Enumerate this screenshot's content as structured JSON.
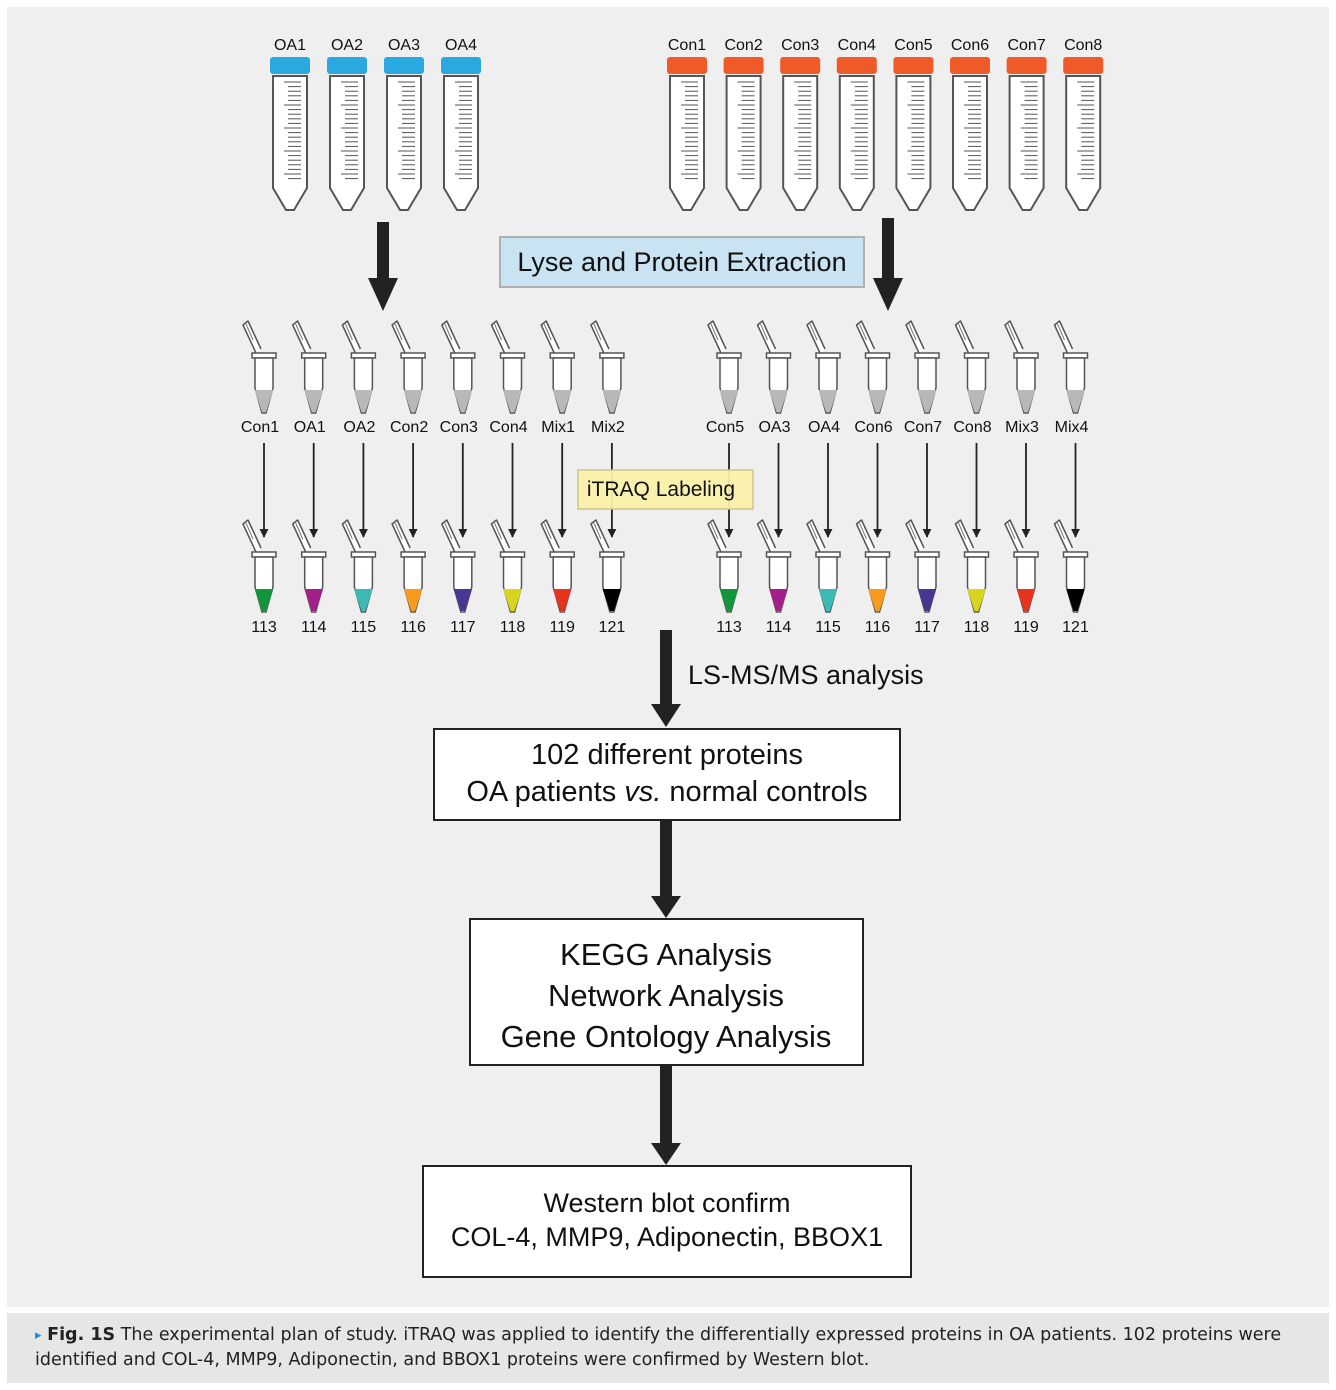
{
  "figure": {
    "oa_tubes": [
      "OA1",
      "OA2",
      "OA3",
      "OA4"
    ],
    "con_tubes": [
      "Con1",
      "Con2",
      "Con3",
      "Con4",
      "Con5",
      "Con6",
      "Con7",
      "Con8"
    ],
    "lyse_label": "Lyse and Protein Extraction",
    "left_samples": [
      "Con1",
      "OA1",
      "OA2",
      "Con2",
      "Con3",
      "Con4",
      "Mix1",
      "Mix2"
    ],
    "right_samples": [
      "Con5",
      "OA3",
      "OA4",
      "Con6",
      "Con7",
      "Con8",
      "Mix3",
      "Mix4"
    ],
    "itraq_label": "iTRAQ Labeling",
    "reporter_tags": [
      "113",
      "114",
      "115",
      "116",
      "117",
      "118",
      "119",
      "121"
    ],
    "tag_colors": [
      "#12963c",
      "#a3208a",
      "#3cb9b4",
      "#f79a1e",
      "#4b3592",
      "#d7d51e",
      "#e63320",
      "#000000"
    ],
    "oa_cap_color": "#29a9e0",
    "con_cap_color": "#f05a28",
    "lcms_label": "LS-MS/MS analysis",
    "box1": {
      "line1": "102 different proteins",
      "line2_a": "OA patients ",
      "line2_b": "vs.",
      "line2_c": " normal controls"
    },
    "box2": [
      "KEGG Analysis",
      "Network Analysis",
      "Gene Ontology Analysis"
    ],
    "box3": [
      "Western blot confirm",
      "COL-4, MMP9, Adiponectin, BBOX1"
    ]
  },
  "caption": {
    "marker": "▸",
    "label": "Fig. 1S",
    "text": "The experimental plan of study. iTRAQ was applied to identify the differentially expressed proteins in OA patients. 102 proteins were identified and COL-4, MMP9, Adiponectin, and BBOX1 proteins were confirmed by Western blot."
  }
}
